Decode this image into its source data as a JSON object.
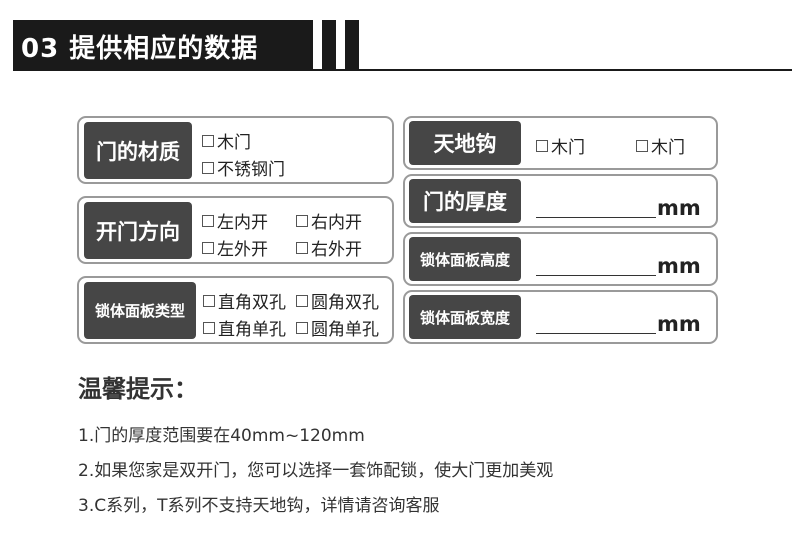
{
  "header": {
    "title": "03 提供相应的数据"
  },
  "cards": {
    "material": {
      "label": "门的材质",
      "options": [
        "木门",
        "不锈钢门"
      ]
    },
    "direction": {
      "label": "开门方向",
      "options": [
        "左内开",
        "右内开",
        "左外开",
        "右外开"
      ]
    },
    "lock_type": {
      "label": "锁体面板类型",
      "options": [
        "直角双孔",
        "圆角双孔",
        "直角单孔",
        "圆角单孔"
      ]
    },
    "floor_hook": {
      "label": "天地钩",
      "options": [
        "木门",
        "木门"
      ]
    },
    "thickness": {
      "label": "门的厚度",
      "unit": "mm"
    },
    "panel_height": {
      "label": "锁体面板高度",
      "unit": "mm"
    },
    "panel_width": {
      "label": "锁体面板宽度",
      "unit": "mm"
    }
  },
  "tips": {
    "title": "温馨提示：",
    "items": [
      "1.门的厚度范围要在40mm~120mm",
      "2.如果您家是双开门，您可以选择一套饰配锁，使大门更加美观",
      "3.C系列，T系列不支持天地钩，详情请咨询客服"
    ]
  }
}
